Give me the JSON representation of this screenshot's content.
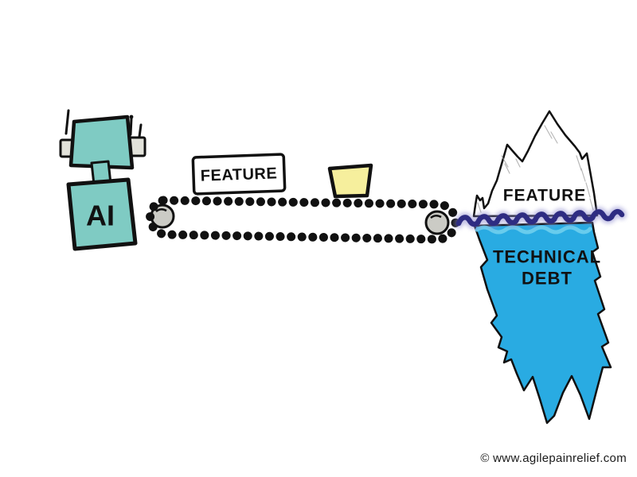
{
  "scene": {
    "background": "#ffffff",
    "robot": {
      "label": "AI",
      "fill": "#7fcbc3",
      "ear_fill": "#e2e2da",
      "outline": "#111111"
    },
    "conveyor": {
      "sign_label": "FEATURE",
      "sign_fill": "#ffffff",
      "chain_color": "#111111",
      "pulley_fill": "#cbcbc5",
      "box_fill": "#f6ef9d"
    },
    "iceberg": {
      "above_water_label": "FEATURE",
      "below_water_label": [
        "TECHNICAL",
        "DEBT"
      ],
      "above_fill": "#ffffff",
      "below_fill": "#29abe2",
      "waterline_color": "#2e2c82",
      "waterline_glow": "#8a87cd",
      "underwave_color": "#6fcfee",
      "outline": "#111111"
    },
    "footer": {
      "copyright": "© www.agilepainrelief.com"
    }
  }
}
